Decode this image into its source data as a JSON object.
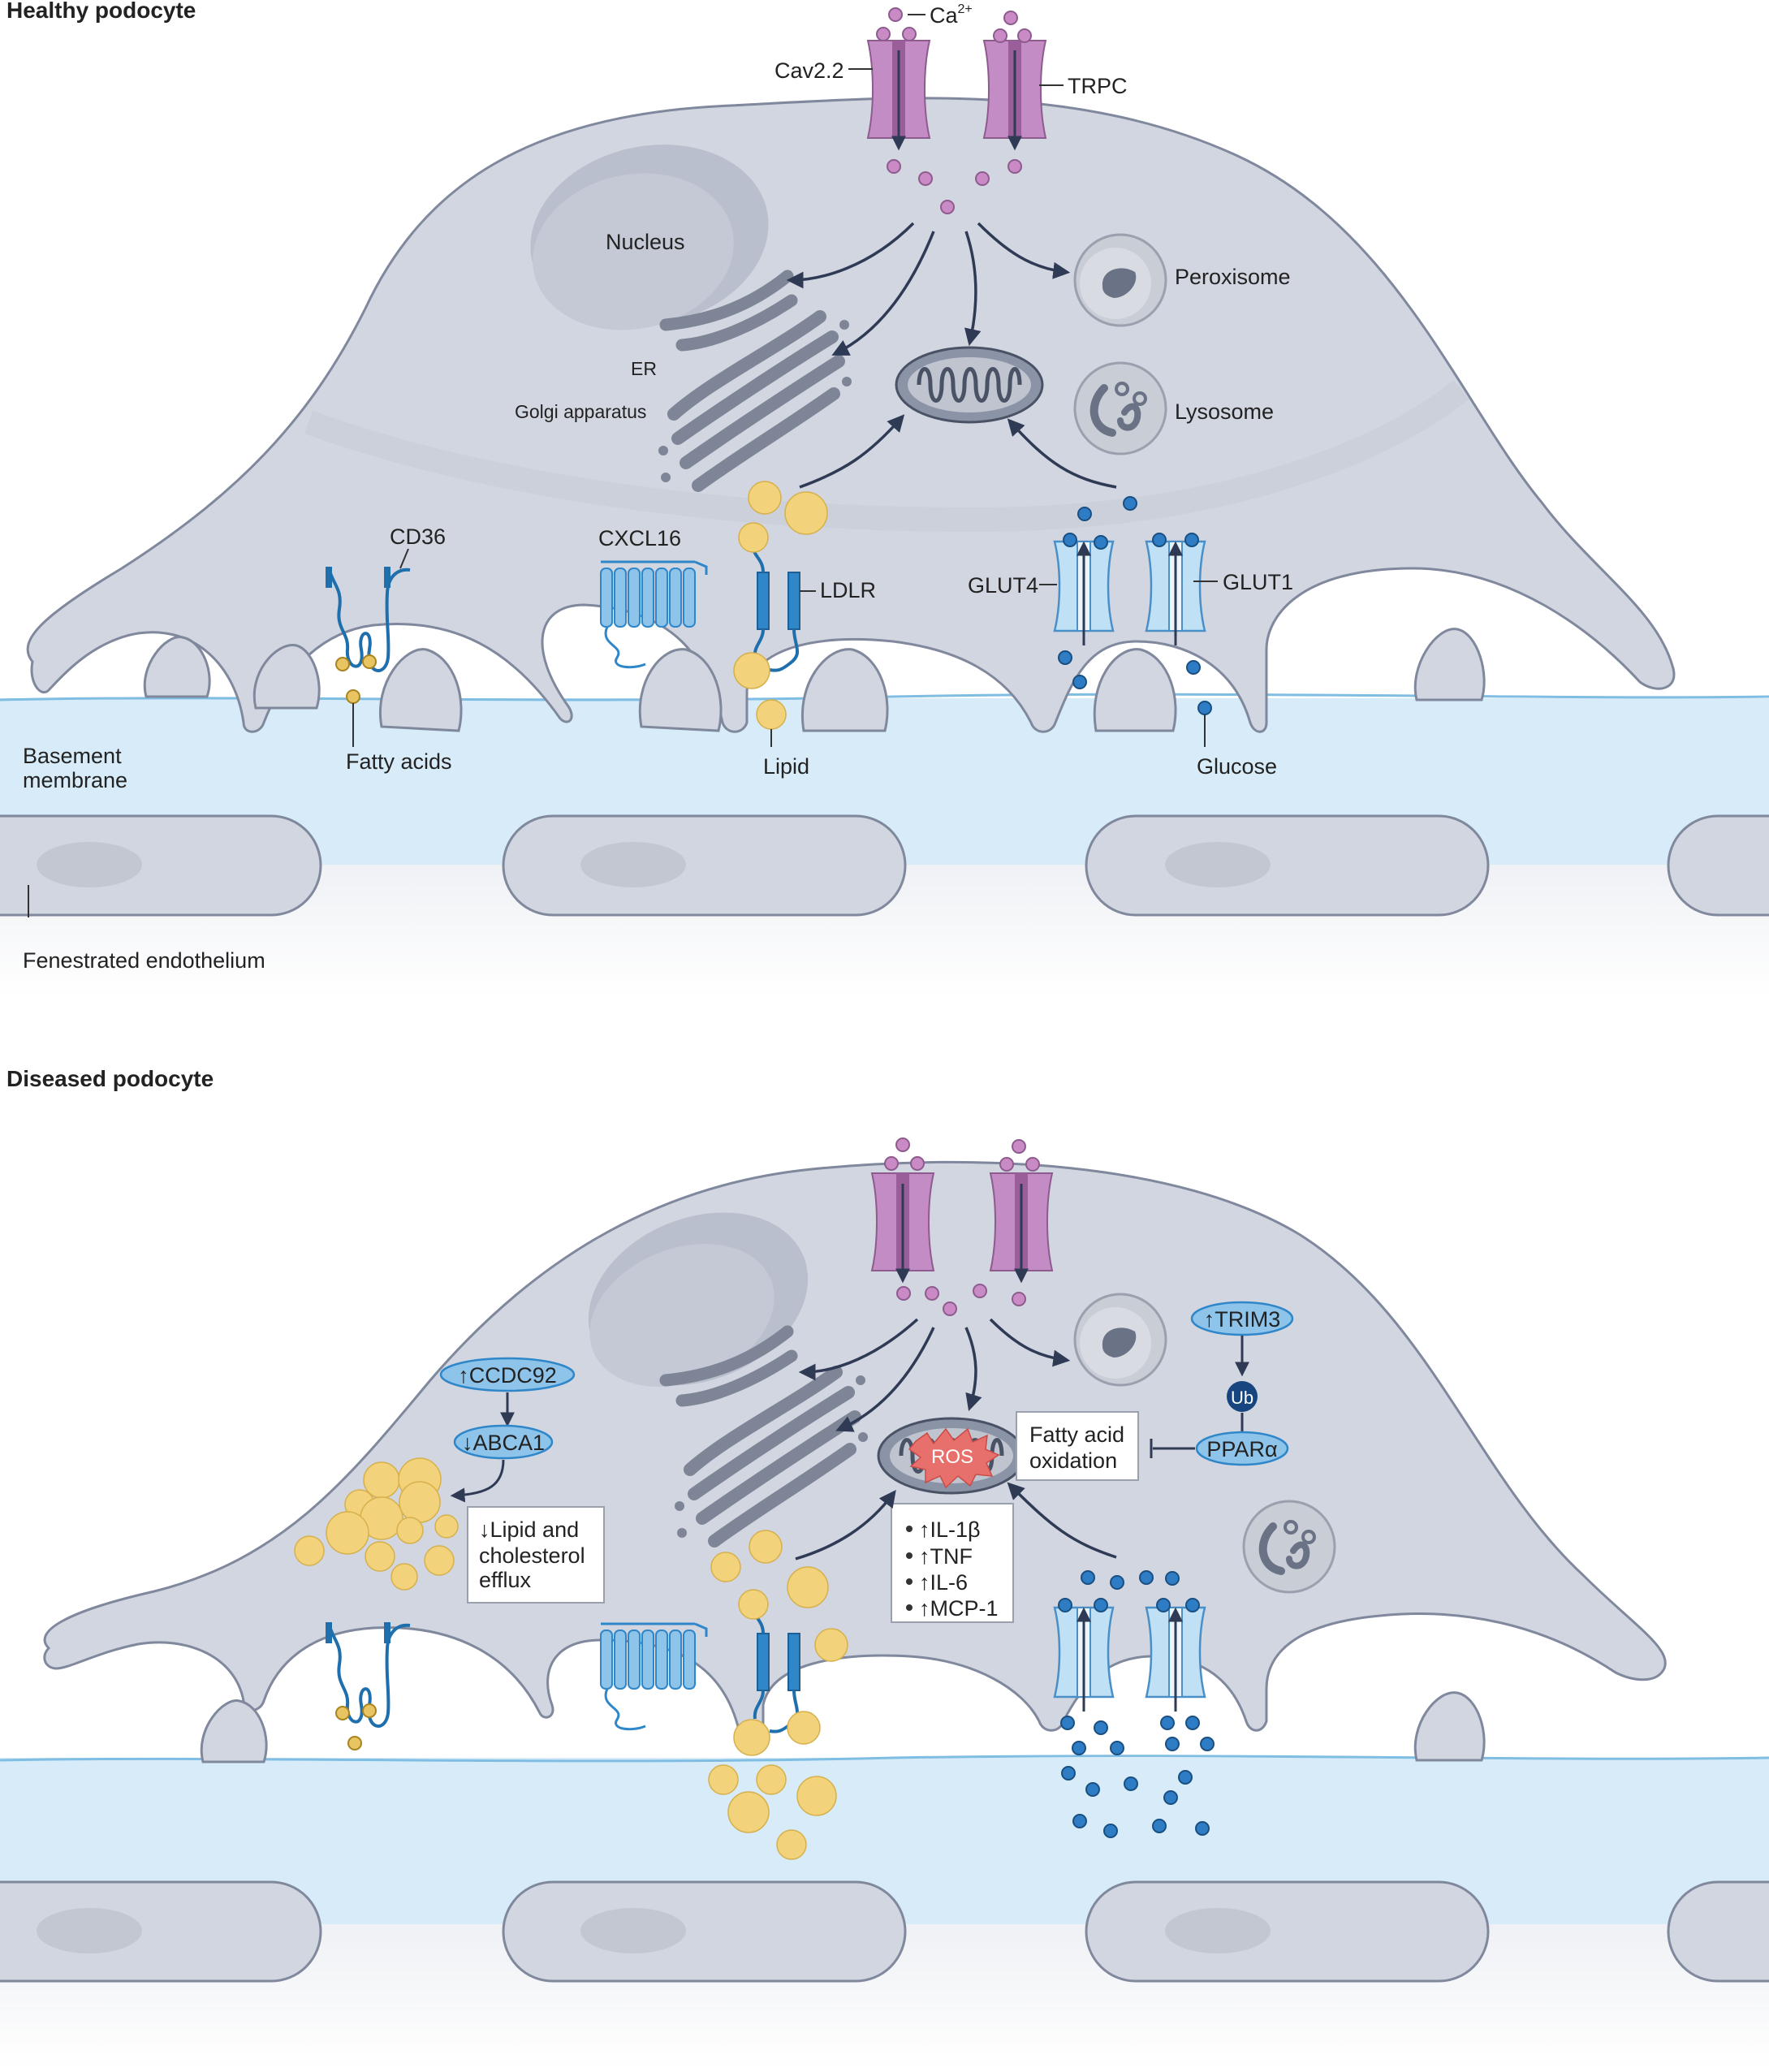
{
  "healthy": {
    "title": "Healthy podocyte",
    "labels": {
      "ca": "Ca",
      "ca_sup": "2+",
      "cav": "Cav2.2",
      "trpc": "TRPC",
      "nucleus": "Nucleus",
      "peroxisome": "Peroxisome",
      "er": "ER",
      "golgi": "Golgi apparatus",
      "lysosome": "Lysosome",
      "cd36": "CD36",
      "cxcl16": "CXCL16",
      "ldlr": "LDLR",
      "glut4": "GLUT4",
      "glut1": "GLUT1",
      "basement_1": "Basement",
      "basement_2": "membrane",
      "fatty_acids": "Fatty acids",
      "lipid": "Lipid",
      "glucose": "Glucose",
      "endothelium": "Fenestrated endothelium"
    }
  },
  "diseased": {
    "title": "Diseased podocyte",
    "labels": {
      "ccdc92": "↑CCDC92",
      "abca1": "↓ABCA1",
      "efflux": [
        "↓Lipid and",
        "cholesterol",
        "efflux"
      ],
      "ros": "ROS",
      "fao": [
        "Fatty acid",
        "oxidation"
      ],
      "trim3": "↑TRIM3",
      "ub": "Ub",
      "ppara": "PPARα",
      "cytokines": [
        "↑IL-1β",
        "↑TNF",
        "↑IL-6",
        "↑MCP-1"
      ]
    }
  },
  "colors": {
    "cell": "#d2d6e0",
    "cell_outline": "#7f889c",
    "basement": "#d7ecf8",
    "calcium": "#c98ac5",
    "channel": "#c48cc4",
    "lipid": "#f2d27a",
    "glucose": "#2d7cc4",
    "receptor": "#2f87c9",
    "arrow": "#2f3a55",
    "ros": "#e8706c",
    "bubble": "#8ec3ea",
    "ub": "#17457f"
  }
}
